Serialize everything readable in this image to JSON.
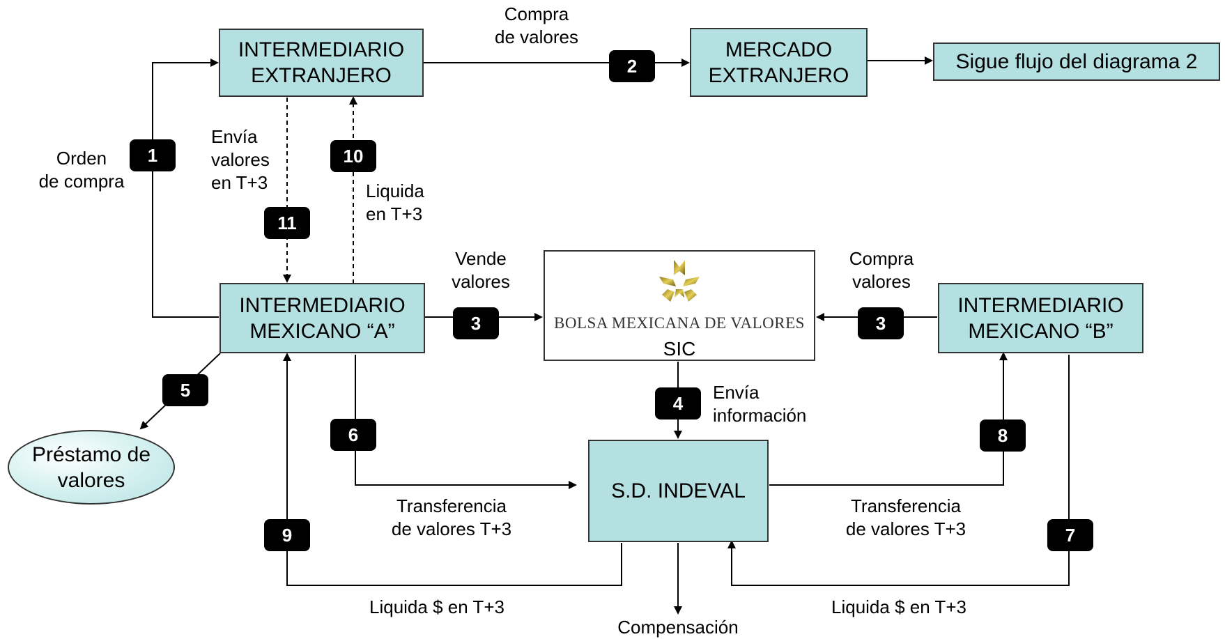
{
  "boxes": {
    "intermediario_extranjero": [
      "INTERMEDIARIO",
      "EXTRANJERO"
    ],
    "mercado_extranjero": [
      "MERCADO",
      "EXTRANJERO"
    ],
    "sigue_flujo": "Sigue flujo del diagrama 2",
    "intermediario_a": [
      "INTERMEDIARIO",
      "MEXICANO “A”"
    ],
    "intermediario_b": [
      "INTERMEDIARIO",
      "MEXICANO “B”"
    ],
    "bmv_logo_text": "BOLSA MEXICANA DE VALORES",
    "sic": "SIC",
    "indeval": "S.D. INDEVAL",
    "prestamo": [
      "Préstamo de",
      "valores"
    ]
  },
  "steps": [
    "1",
    "2",
    "3",
    "3",
    "4",
    "5",
    "6",
    "7",
    "8",
    "9",
    "10",
    "11"
  ],
  "labels": {
    "compra_de_valores": [
      "Compra",
      "de valores"
    ],
    "orden_de_compra": [
      "Orden",
      "de compra"
    ],
    "envia_valores": [
      "Envía",
      "valores",
      "en T+3"
    ],
    "liquida_t3": [
      "Liquida",
      "en T+3"
    ],
    "vende_valores": [
      "Vende",
      "valores"
    ],
    "compra_valores": [
      "Compra",
      "valores"
    ],
    "envia_informacion": [
      "Envía",
      "información"
    ],
    "transferencia_left": [
      "Transferencia",
      "de valores T+3"
    ],
    "transferencia_right": [
      "Transferencia",
      "de valores T+3"
    ],
    "liquida_left": "Liquida $ en T+3",
    "liquida_right": "Liquida $ en T+3",
    "compensacion": "Compensación"
  },
  "colors": {
    "box_fill": "#b4e0e2",
    "badge_fill": "#000000",
    "line": "#000000"
  },
  "icons": {
    "bmv_logo": "bmv-star-logo"
  }
}
